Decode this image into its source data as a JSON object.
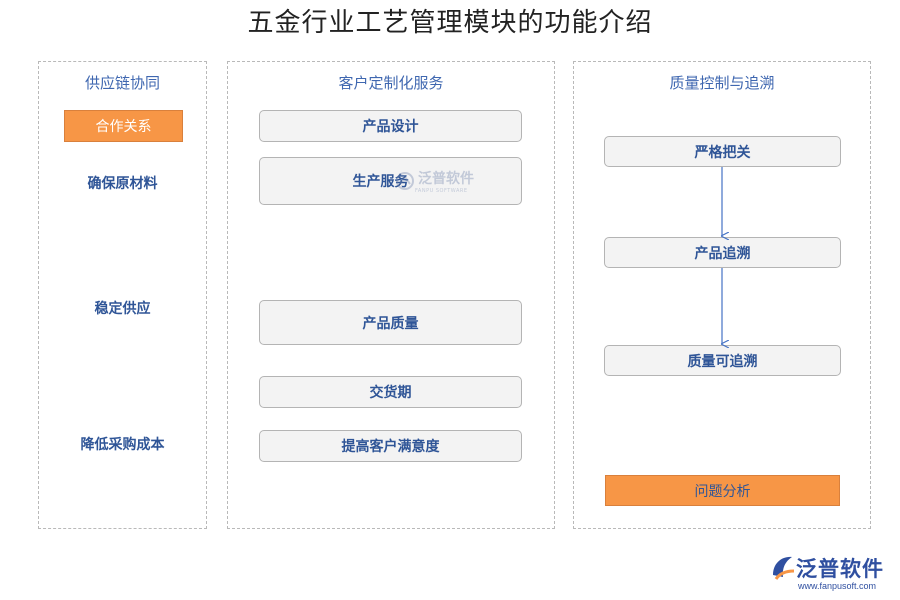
{
  "title": "五金行业工艺管理模块的功能介绍",
  "supply": {
    "header": "供应链协同",
    "items": [
      "合作关系",
      "确保原材料",
      "稳定供应",
      "降低采购成本"
    ]
  },
  "customer": {
    "header": "客户定制化服务",
    "items": [
      "产品设计",
      "生产服务",
      "产品质量",
      "交货期",
      "提高客户满意度"
    ]
  },
  "quality": {
    "header": "质量控制与追溯",
    "items": [
      "严格把关",
      "产品追溯",
      "质量可追溯",
      "问题分析"
    ]
  },
  "watermark": {
    "text": "泛普软件",
    "sub": "FANPU SOFTWARE"
  },
  "logo": {
    "text": "泛普软件",
    "url": "www.fanpusoft.com"
  },
  "colors": {
    "accent_orange": "#f79646",
    "text_blue": "#2f5597",
    "arrow_blue": "#4472c4"
  }
}
